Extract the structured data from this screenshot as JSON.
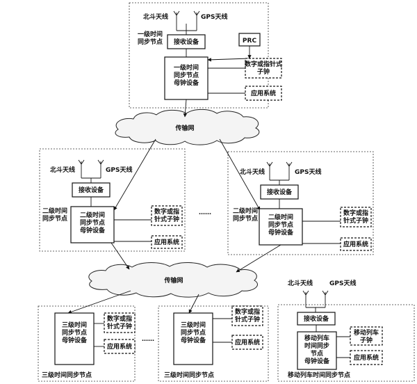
{
  "antennas": {
    "beidou": "北斗天线",
    "gps": "GPS天线"
  },
  "node1": {
    "region_label": "一级时间\n同步节点",
    "receiver": "接收设备",
    "prc": "PRC",
    "master": "一级时间\n同步节点\n母钟设备",
    "slave": "数字或指针式\n子钟",
    "app": "应用系统"
  },
  "network": {
    "top": "传输网",
    "bottom": "传输网"
  },
  "node2": {
    "region_label": "二级时间\n同步节点",
    "receiver": "接收设备",
    "master": "二级时间\n同步节点\n母钟设备",
    "slave": "数字或指\n针式子钟",
    "app": "应用系统"
  },
  "ellipsis": "……",
  "node3": {
    "region_label": "三级时间同步节点",
    "master": "三级时间\n同步节点\n母钟设备",
    "slave": "数字或指\n针式子钟",
    "app": "应用系统"
  },
  "mobile": {
    "region_label": "移动列车时间同步节点",
    "receiver": "接收设备",
    "master": "移动列车\n时间同步\n节点\n母钟设备",
    "slave": "移动列车\n子钟",
    "app": "应用系统"
  }
}
